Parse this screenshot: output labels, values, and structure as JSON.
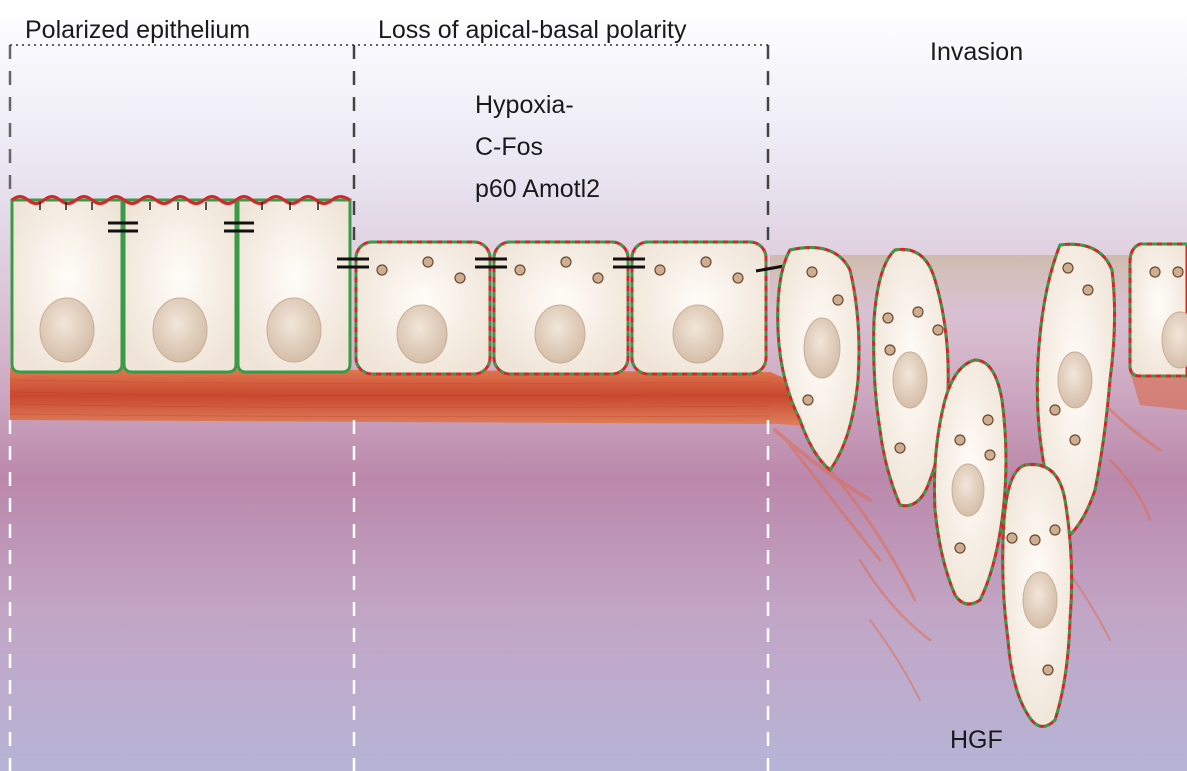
{
  "panels": [
    {
      "title": "Polarized epithelium"
    },
    {
      "title": "Loss of apical-basal polarity",
      "factors": [
        "Hypoxia-",
        "C-Fos",
        "p60 Amotl2"
      ]
    },
    {
      "title": "Invasion"
    }
  ],
  "annotations": {
    "growth_factor": "HGF"
  },
  "legend_colors": {
    "apical_membrane": "#d8232a",
    "basolateral_membrane": "#3a9a48",
    "cell_fill": "#f7f1ea",
    "nucleus": "#e3d0bd",
    "basement_membrane": "#d4573c",
    "stroma_top": "#ece8f4",
    "stroma_mid": "#bb88ab",
    "stroma_bottom": "#b6b4d6"
  }
}
